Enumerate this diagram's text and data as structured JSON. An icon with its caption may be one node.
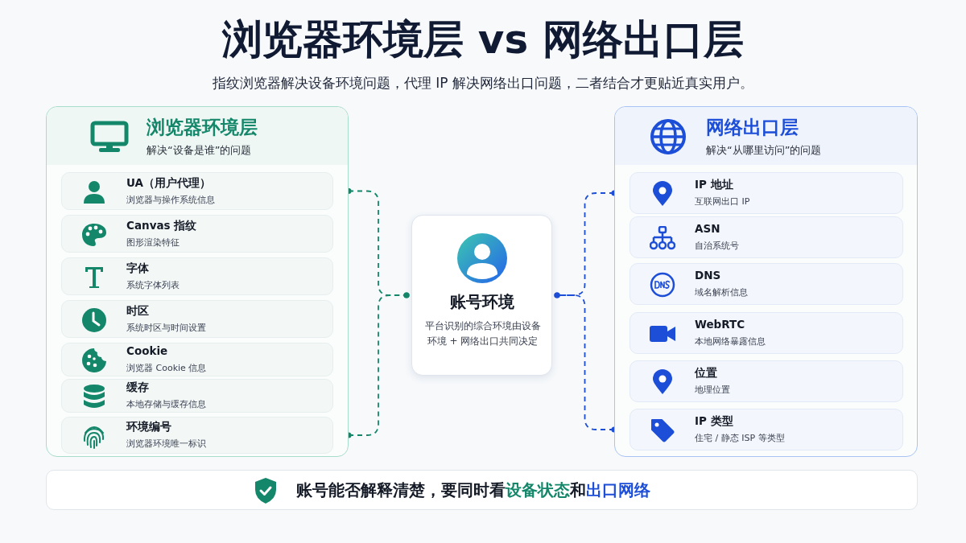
{
  "diagram": {
    "title": "浏览器环境层 vs 网络出口层",
    "nodes": [
      {
        "text": [
          "浏览器环境层",
          "解决“设备是谁”的问题"
        ]
      },
      {
        "text": [
          "UA（用户代理）",
          "浏览器与操作系统信息"
        ],
        "in": 0
      },
      {
        "text": [
          "Canvas 指纹",
          "图形渲染特征"
        ],
        "in": 0
      },
      {
        "text": [
          "字体",
          "系统字体列表"
        ],
        "in": 0
      },
      {
        "text": [
          "时区",
          "系统时区与时间设置"
        ],
        "in": 0
      },
      {
        "text": [
          "Cookie",
          "浏览器 Cookie 信息"
        ],
        "in": 0
      },
      {
        "text": [
          "缓存",
          "本地存储与缓存信息"
        ],
        "in": 0
      },
      {
        "text": [
          "环境编号",
          "浏览器环境唯一标识"
        ],
        "in": 0
      },
      {
        "text": [
          "账号环境",
          "平台识别的综合环境由设备环境 + 网络出口共同决定"
        ]
      },
      {
        "text": [
          "网络出口层",
          "解决“从哪里访问”的问题"
        ]
      },
      {
        "text": [
          "IP 地址",
          "互联网出口 IP"
        ],
        "in": 9
      },
      {
        "text": [
          "ASN",
          "自治系统号"
        ],
        "in": 9
      },
      {
        "text": [
          "DNS",
          "域名解析信息"
        ],
        "in": 9
      },
      {
        "text": [
          "WebRTC",
          "本地网络暴露信息"
        ],
        "in": 9
      },
      {
        "text": [
          "位置",
          "地理位置"
        ],
        "in": 9
      },
      {
        "text": [
          "IP 类型",
          "住宅 / 静态 ISP 等类型"
        ],
        "in": 9
      },
      {
        "text": [
          "账号能否解释清楚，要同时看**设备状态**和**出口网络**"
        ]
      }
    ],
    "edges": [
      {
        "from": 1,
        "to": 8,
        "arrow": "other",
        "style": "dashed",
        "color": "#14876a"
      },
      {
        "from": 7,
        "to": 8,
        "arrow": "other",
        "style": "dashed",
        "color": "#14876a"
      },
      {
        "from": 10,
        "to": 8,
        "arrow": "other",
        "style": "dashed",
        "color": "#1d4ed8"
      },
      {
        "from": 15,
        "to": 8,
        "arrow": "other",
        "style": "dashed",
        "color": "#1d4ed8"
      }
    ],
    "labels": [
      "指纹浏览器解决设备环境问题，代理 IP 解决网络出口问题，二者结合才更贴近真实用户。"
    ]
  }
}
